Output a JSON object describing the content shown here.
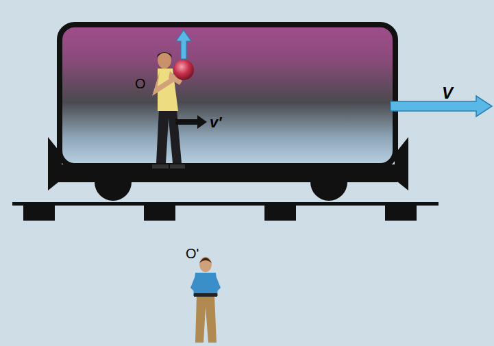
{
  "diagram": {
    "labels": [
      "O",
      "V",
      "v'",
      "O'"
    ]
  }
}
